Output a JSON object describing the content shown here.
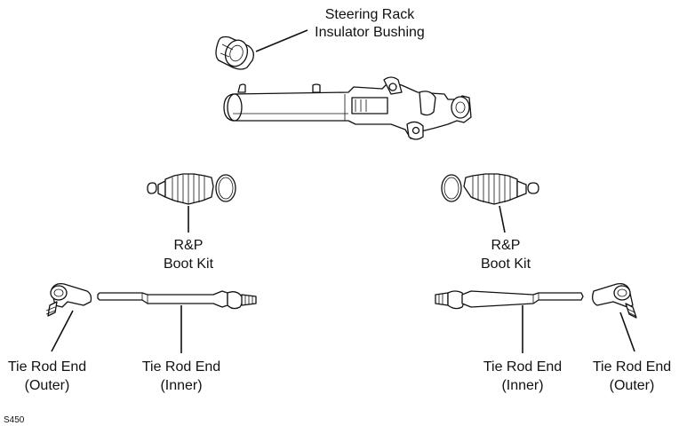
{
  "labels": {
    "insulator_line1": "Steering Rack",
    "insulator_line2": "Insulator Bushing",
    "boot_left_line1": "R&P",
    "boot_left_line2": "Boot Kit",
    "boot_right_line1": "R&P",
    "boot_right_line2": "Boot Kit",
    "outer_left_line1": "Tie Rod End",
    "outer_left_line2": "(Outer)",
    "inner_left_line1": "Tie Rod End",
    "inner_left_line2": "(Inner)",
    "inner_right_line1": "Tie Rod End",
    "inner_right_line2": "(Inner)",
    "outer_right_line1": "Tie Rod End",
    "outer_right_line2": "(Outer)"
  },
  "figure_code": "S450"
}
